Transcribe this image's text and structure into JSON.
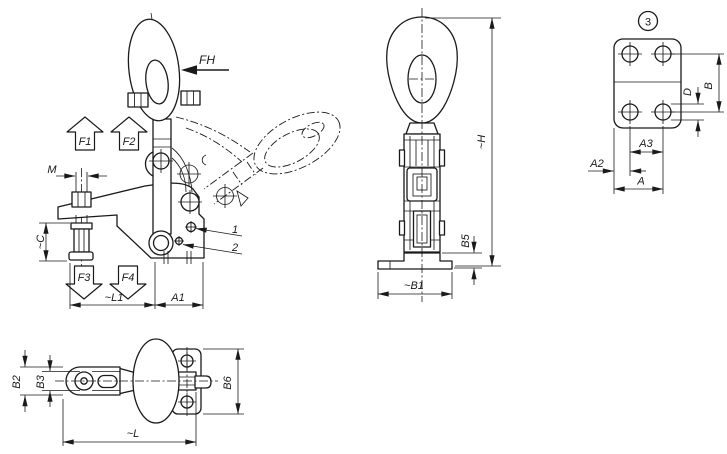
{
  "colors": {
    "line": "#1a1a1a",
    "background": "#ffffff"
  },
  "views": {
    "side": {
      "labels": {
        "fh": "FH",
        "f1": "F1",
        "f2": "F2",
        "m": "M",
        "c": "~C",
        "f3": "F3",
        "f4": "F4",
        "l1": "~L1",
        "a1": "A1",
        "callout_1": "1",
        "callout_2": "2"
      }
    },
    "front": {
      "labels": {
        "h": "~H",
        "b5": "B5",
        "b1": "~B1"
      }
    },
    "plate": {
      "item_number": "3",
      "labels": {
        "b": "B",
        "d": "D",
        "a3": "A3",
        "a2": "A2",
        "a": "A"
      }
    },
    "top": {
      "labels": {
        "b2": "B2",
        "b3": "B3",
        "b6": "B6",
        "l": "~L"
      }
    }
  }
}
